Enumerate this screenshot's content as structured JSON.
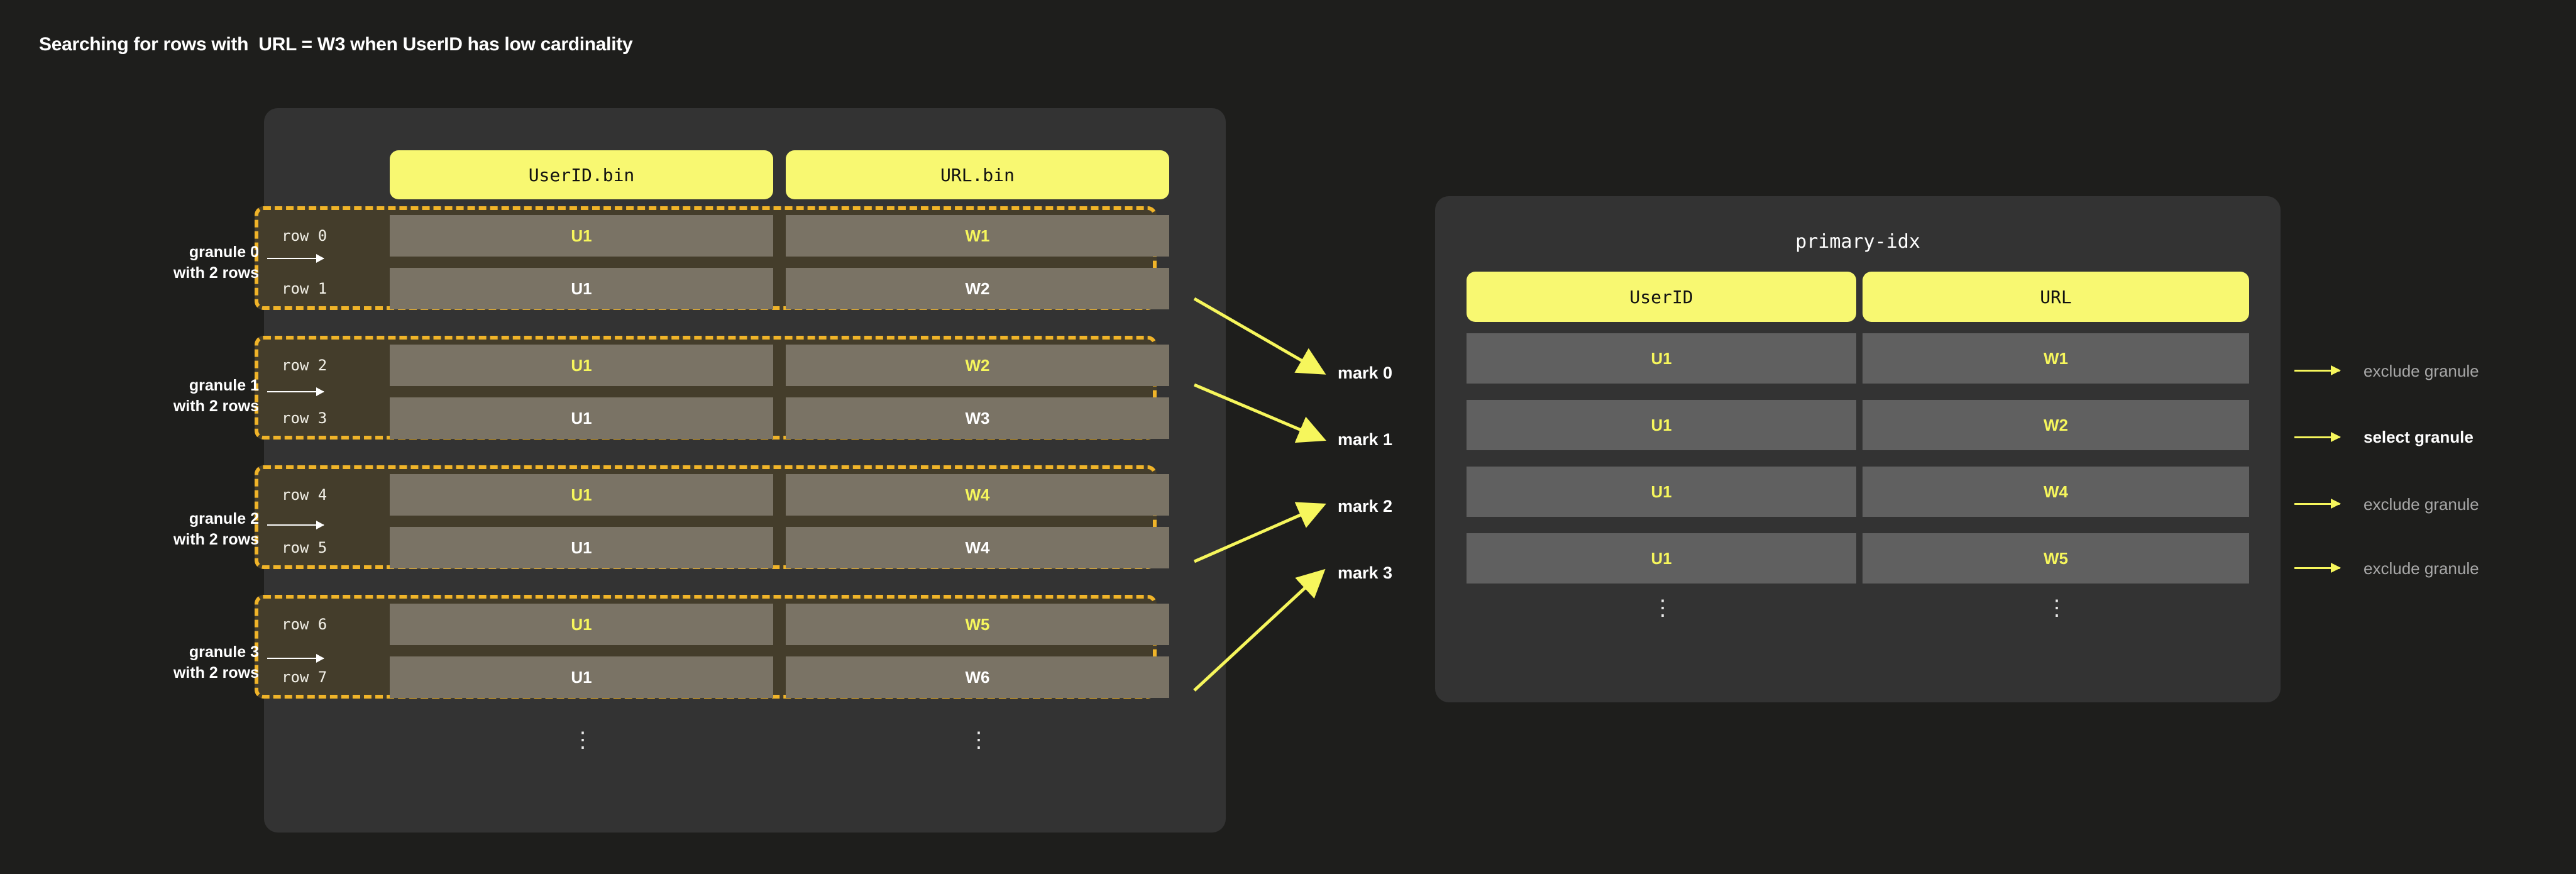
{
  "title": "Searching for rows with  URL = W3 when UserID has low cardinality",
  "colors": {
    "page_background": "#1e1e1c",
    "panel_background": "#333333",
    "accent_yellow": "#f8f871",
    "value_yellow": "#f6f65c",
    "granule_border": "#f0b429",
    "granule_fill": "#443d2b",
    "cell_fill": "#7a7365",
    "index_cell_fill": "#606060",
    "muted_text": "#a8a8a8"
  },
  "data_part": {
    "columns": [
      {
        "label": "UserID.bin",
        "name": "userid-bin"
      },
      {
        "label": "URL.bin",
        "name": "url-bin"
      }
    ],
    "rows": [
      {
        "label": "row 0",
        "userid": "U1",
        "url": "W1",
        "highlight": true
      },
      {
        "label": "row 1",
        "userid": "U1",
        "url": "W2",
        "highlight": false
      },
      {
        "label": "row 2",
        "userid": "U1",
        "url": "W2",
        "highlight": true
      },
      {
        "label": "row 3",
        "userid": "U1",
        "url": "W3",
        "highlight": false
      },
      {
        "label": "row 4",
        "userid": "U1",
        "url": "W4",
        "highlight": true
      },
      {
        "label": "row 5",
        "userid": "U1",
        "url": "W4",
        "highlight": false
      },
      {
        "label": "row 6",
        "userid": "U1",
        "url": "W5",
        "highlight": true
      },
      {
        "label": "row 7",
        "userid": "U1",
        "url": "W6",
        "highlight": false
      }
    ],
    "ellipsis": "⋮",
    "granules": [
      {
        "line1": "granule 0",
        "line2": "with 2 rows"
      },
      {
        "line1": "granule 1",
        "line2": "with 2 rows"
      },
      {
        "line1": "granule 2",
        "line2": "with 2 rows"
      },
      {
        "line1": "granule 3",
        "line2": "with 2 rows"
      }
    ]
  },
  "marks": [
    {
      "label": "mark 0"
    },
    {
      "label": "mark 1"
    },
    {
      "label": "mark 2"
    },
    {
      "label": "mark 3"
    }
  ],
  "index_part": {
    "title": "primary-idx",
    "columns": [
      {
        "label": "UserID",
        "name": "userid"
      },
      {
        "label": "URL",
        "name": "url"
      }
    ],
    "rows": [
      {
        "userid": "U1",
        "url": "W1",
        "result": "exclude granule",
        "selected": false
      },
      {
        "userid": "U1",
        "url": "W2",
        "result": "select granule",
        "selected": true
      },
      {
        "userid": "U1",
        "url": "W4",
        "result": "exclude granule",
        "selected": false
      },
      {
        "userid": "U1",
        "url": "W5",
        "result": "exclude granule",
        "selected": false
      }
    ],
    "ellipsis": "⋮"
  }
}
